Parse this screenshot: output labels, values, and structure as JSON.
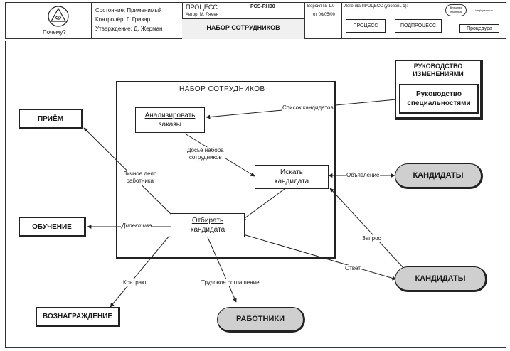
{
  "header": {
    "logo_caption": "Почему?",
    "status": "Состояние: Применимый",
    "controller": "Контролёр: Г. Гризар",
    "approval": "Утверждение: Д. Жерман",
    "type": "ПРОЦЕСС",
    "code": "PCS-RH00",
    "author": "Автор: М. Лямен",
    "title": "НАБОР СОТРУДНИКОВ",
    "version": "Версия № 1.0",
    "date": "от 06/05/00",
    "legend": "Легенда ПРОЦЕСС (уровень 1):",
    "legend_ext": "Внешняя единица",
    "legend_info": "Информация",
    "legend_process": "ПРОЦЕСС",
    "legend_subprocess": "ПОДПРОЦЕСС",
    "legend_procedure": "Процедура"
  },
  "diagram": {
    "process_title": "НАБОР СОТРУДНИКОВ",
    "subprocesses": {
      "analyze": [
        "Анализировать",
        "заказы"
      ],
      "search": [
        "Искать",
        "кандидата"
      ],
      "select": [
        "Отбирать",
        "кандидата"
      ]
    },
    "external": {
      "change_mgmt": [
        "РУКОВОДСТВО",
        "ИЗМЕНЕНИЯМИ"
      ],
      "specialty_mgmt": [
        "Руководство",
        "специальностями"
      ],
      "reception": "ПРИЁМ",
      "training": "ОБУЧЕНИЕ",
      "reward": "ВОЗНАГРАЖДЕНИЕ",
      "candidates_1": "КАНДИДАТЫ",
      "candidates_2": "КАНДИДАТЫ",
      "employees": "РАБОТНИКИ"
    },
    "flows": {
      "candidate_list": "Список кандидатов",
      "dossier": [
        "Досье набора",
        "сотрудников"
      ],
      "personal_file": [
        "Личное дело",
        "работника"
      ],
      "announcement": "Объявление",
      "directive": "Директива",
      "request": "Запрос",
      "answer": "Ответ",
      "contract": "Контракт",
      "labor_agreement": "Трудовое соглашение"
    }
  }
}
